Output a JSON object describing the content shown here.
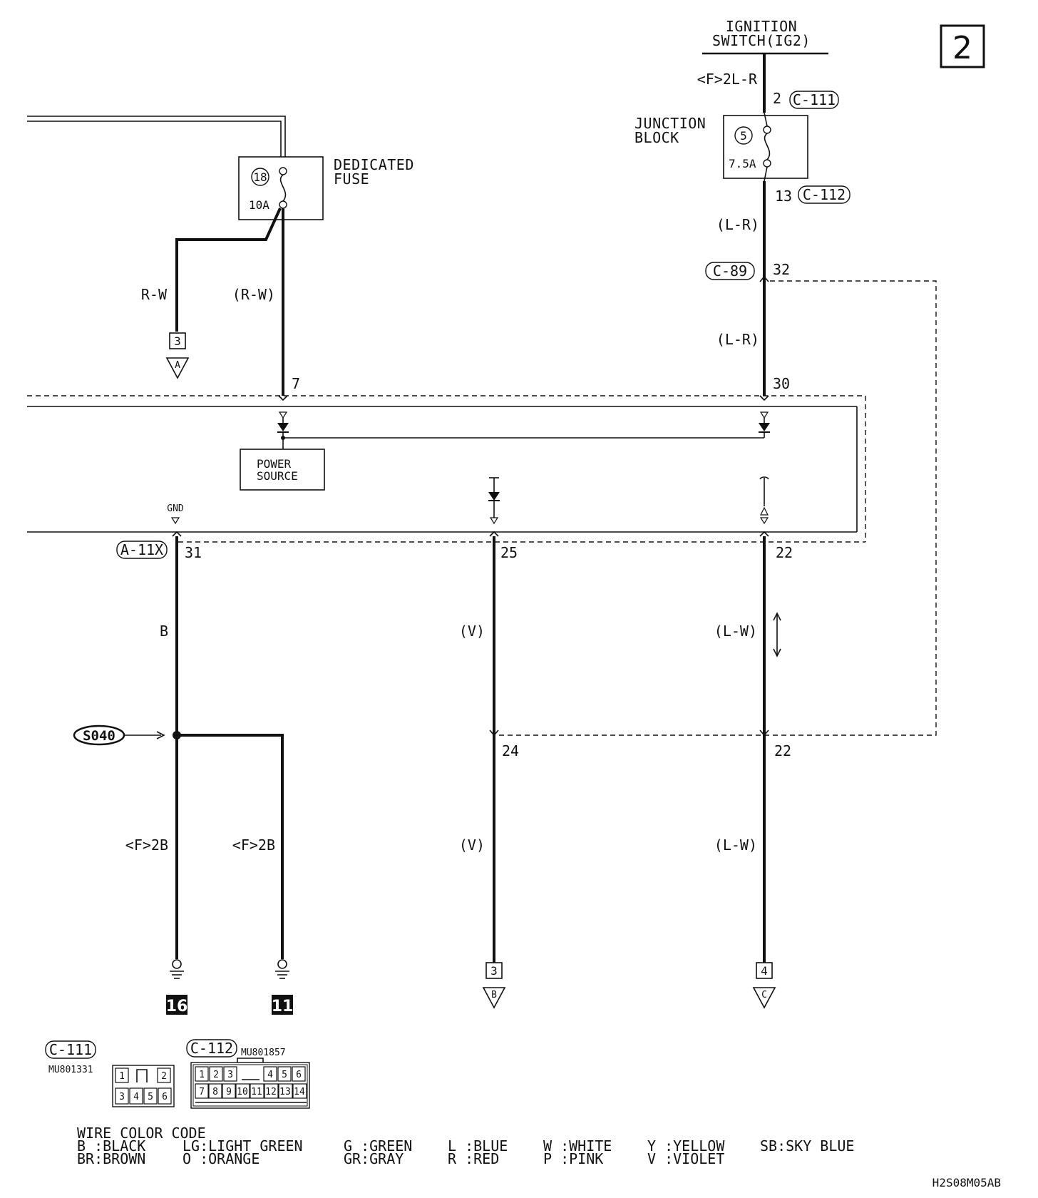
{
  "page_number": "2",
  "ignition_switch": {
    "line1": "IGNITION",
    "line2": "SWITCH(IG2)"
  },
  "junction_block": {
    "line1": "JUNCTION",
    "line2": "BLOCK",
    "fuse_number": "5",
    "fuse_rating": "7.5A"
  },
  "dedicated_fuse": {
    "line1": "DEDICATED",
    "line2": "FUSE",
    "fuse_number": "18",
    "fuse_rating": "10A"
  },
  "power_source": {
    "line1": "POWER",
    "line2": "SOURCE"
  },
  "wires": {
    "ig_feed": "<F>2L-R",
    "jb_out_upper": "(L-R)",
    "jb_out_lower": "(L-R)",
    "fuse_left": "R-W",
    "fuse_right": "(R-W)",
    "ground_main": "B",
    "ground_a": "<F>2B",
    "ground_b": "<F>2B",
    "pin25_upper": "(V)",
    "pin25_lower": "(V)",
    "pin22_upper": "(L-W)",
    "pin22_lower": "(L-W)"
  },
  "connectors": {
    "c111": "C-111",
    "c112": "C-112",
    "c89": "C-89",
    "a11x": "A-11X",
    "splice": "S040"
  },
  "pins": {
    "c111_pin": "2",
    "c112_pin": "13",
    "c89_pin": "32",
    "ecu_pin_7": "7",
    "ecu_pin_30": "30",
    "ecu_pin_31": "31",
    "ecu_pin_25": "25",
    "ecu_pin_22": "22",
    "lower_pin_24": "24",
    "lower_pin_22": "22"
  },
  "gnd_label": "GND",
  "offpage": [
    {
      "num": "3",
      "letter": "A"
    },
    {
      "num": "3",
      "letter": "B"
    },
    {
      "num": "4",
      "letter": "C"
    }
  ],
  "grounds": [
    "16",
    "11"
  ],
  "connector_views": {
    "c111": {
      "label": "C-111",
      "part": "MU801331",
      "top": [
        "1",
        "",
        "2"
      ],
      "bottom": [
        "3",
        "4",
        "5",
        "6"
      ]
    },
    "c112": {
      "label": "C-112",
      "part": "MU801857",
      "top": [
        "1",
        "2",
        "3",
        "",
        "4",
        "5",
        "6"
      ],
      "bottom": [
        "7",
        "8",
        "9",
        "10",
        "11",
        "12",
        "13",
        "14"
      ]
    }
  },
  "wire_color_code": {
    "title": "WIRE COLOR CODE",
    "row1": [
      "B :BLACK",
      "LG:LIGHT GREEN",
      "G :GREEN",
      "L :BLUE",
      "W :WHITE",
      "Y :YELLOW",
      "SB:SKY BLUE"
    ],
    "row2": [
      "BR:BROWN",
      "O :ORANGE",
      "GR:GRAY",
      "R :RED",
      "P :PINK",
      "V :VIOLET"
    ]
  },
  "figure_code": "H2S08M05AB"
}
